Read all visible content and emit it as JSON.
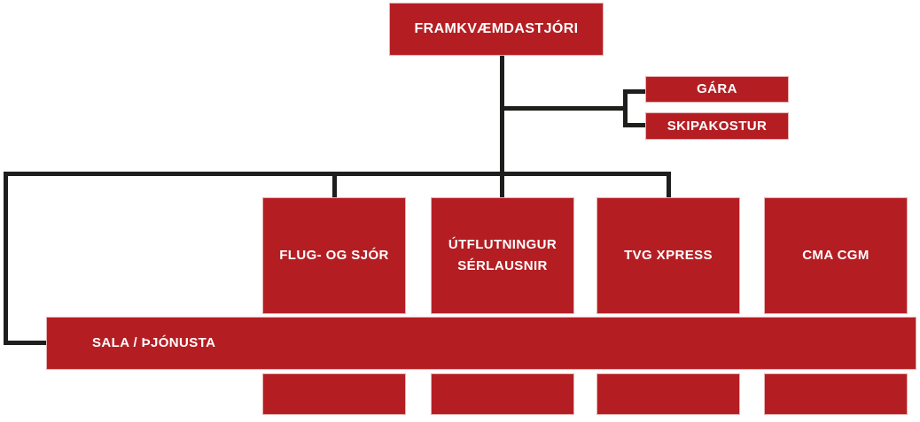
{
  "colors": {
    "box_fill": "#B41E23",
    "box_border": "#F0CCCC",
    "line": "#1E1E1C",
    "text": "#FFFFFF",
    "background": "#FFFFFF"
  },
  "chart_type": "org-chart",
  "nodes": {
    "ceo": {
      "label": "FRAMKVÆMDASTJÓRI"
    },
    "gara": {
      "label": "GÁRA"
    },
    "skipakostur": {
      "label": "SKIPAKOSTUR"
    },
    "flug_og_sjor": {
      "label": "FLUG- OG SJÓR"
    },
    "utflutningur_serlausnir": {
      "label": "ÚTFLUTNINGUR SÉRLAUSNIR"
    },
    "tvg_xpress": {
      "label": "TVG XPRESS"
    },
    "cma_cgm": {
      "label": "CMA CGM"
    },
    "sala_thjonusta": {
      "label": "SALA / ÞJÓNUSTA"
    }
  },
  "bottom_row": {
    "unlabeled_box_count": 4,
    "labels": [
      "",
      "",
      "",
      ""
    ]
  },
  "edges": [
    {
      "from": "FRAMKVÆMDASTJÓRI",
      "to": "GÁRA"
    },
    {
      "from": "FRAMKVÆMDASTJÓRI",
      "to": "SKIPAKOSTUR"
    },
    {
      "from": "FRAMKVÆMDASTJÓRI",
      "to": "FLUG- OG SJÓR"
    },
    {
      "from": "FRAMKVÆMDASTJÓRI",
      "to": "ÚTFLUTNINGUR SÉRLAUSNIR"
    },
    {
      "from": "FRAMKVÆMDASTJÓRI",
      "to": "TVG XPRESS"
    },
    {
      "from": "FRAMKVÆMDASTJÓRI",
      "to": "SALA / ÞJÓNUSTA"
    }
  ]
}
